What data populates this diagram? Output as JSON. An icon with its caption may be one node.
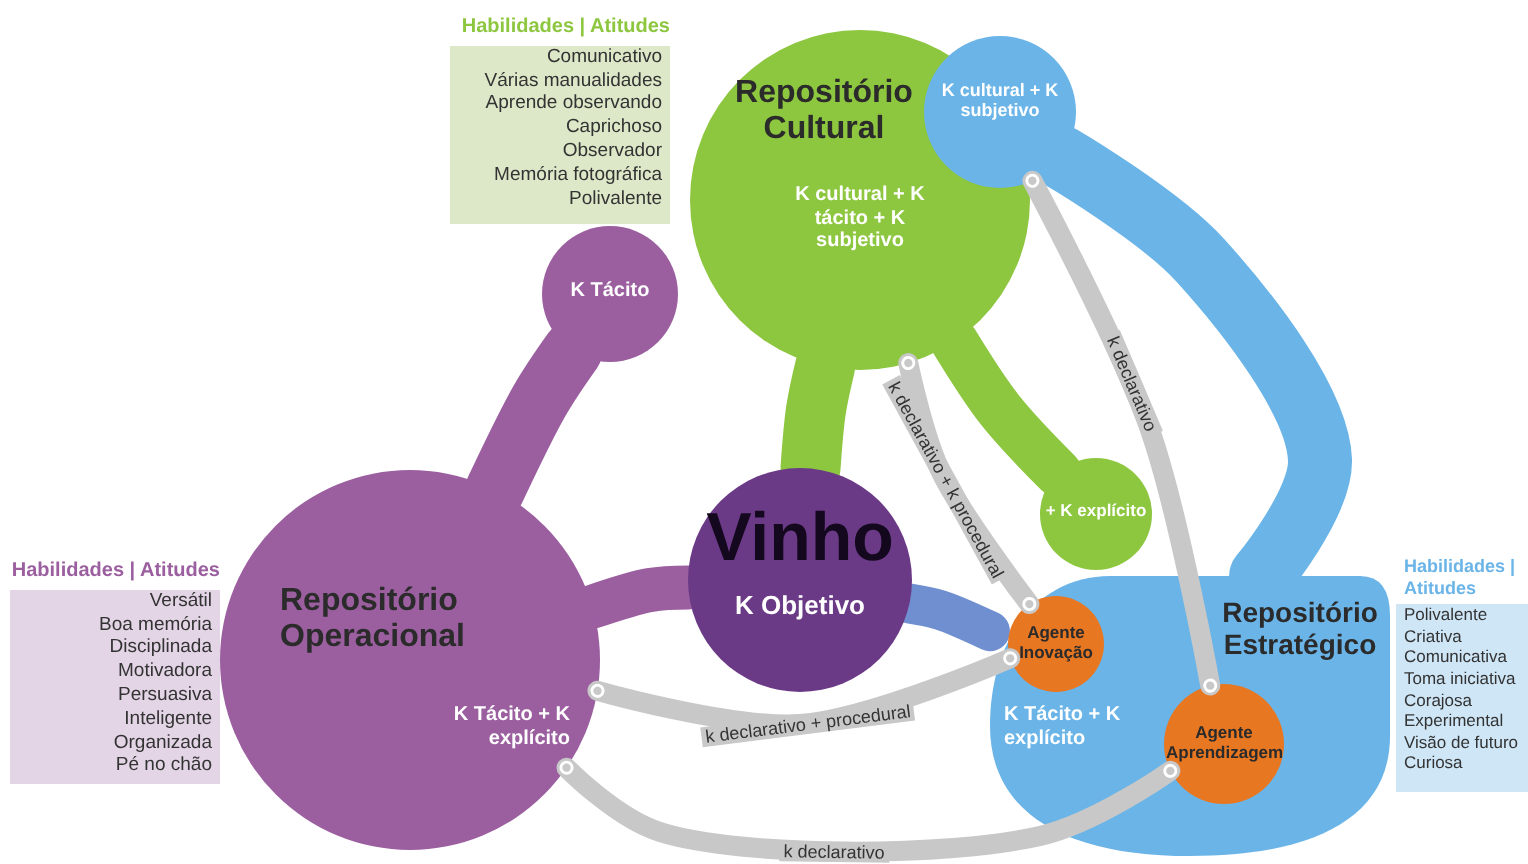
{
  "diagram": {
    "nodes": [
      {
        "text": [
          "Repositório Cultural",
          "K cultural + K tácito + K subjetivo"
        ]
      },
      {
        "text": [
          "K Tácito"
        ]
      },
      {
        "text": [
          "K cultural + K subjetivo"
        ]
      },
      {
        "text": [
          "+ K explícito"
        ]
      },
      {
        "text": [
          "Vinho",
          "K Objetivo"
        ]
      },
      {
        "text": [
          "Repositório Operacional",
          "K Tácito + K explícito"
        ]
      },
      {
        "text": [
          "Repositório Estratégico",
          "K Tácito + K explícito"
        ]
      },
      {
        "text": [
          "Agente Inovação"
        ],
        "in": 6
      },
      {
        "text": [
          "Agente Aprendizagem"
        ],
        "in": 6
      },
      {
        "text": [
          "Habilidades | Atitudes",
          "Comunicativo",
          "Várias manualidades",
          "Aprende observando",
          "Caprichoso",
          "Observador",
          "Memória fotográfica",
          "Polivalente"
        ]
      },
      {
        "text": [
          "Habilidades | Atitudes",
          "Versátil",
          "Boa memória",
          "Disciplinada",
          "Motivadora",
          "Persuasiva",
          "Inteligente",
          "Organizada",
          "Pé no chão"
        ]
      },
      {
        "text": [
          "Habilidades | Atitudes",
          "Polivalente",
          "Criativa",
          "Comunicativa",
          "Toma iniciativa",
          "Corajosa",
          "Experimental",
          "Visão de futuro",
          "Curiosa"
        ]
      }
    ],
    "edges": [
      {
        "from": 0,
        "to": 7,
        "arrow": "other",
        "label": "k declarativo + k procedural"
      },
      {
        "from": 2,
        "to": 8,
        "arrow": "other",
        "label": "k declarativo"
      },
      {
        "from": 5,
        "to": 7,
        "arrow": "other",
        "label": "k declarativo + procedural"
      },
      {
        "from": 5,
        "to": 8,
        "arrow": "other",
        "label": "k declarativo"
      },
      {
        "from": 0,
        "to": 4,
        "arrow": "none",
        "color": "#8dc63f"
      },
      {
        "from": 0,
        "to": 3,
        "arrow": "none",
        "color": "#8dc63f"
      },
      {
        "from": 1,
        "to": 5,
        "arrow": "none",
        "color": "#9b5fa0"
      },
      {
        "from": 4,
        "to": 5,
        "arrow": "none",
        "color": "#9b5fa0"
      },
      {
        "from": 4,
        "to": 6,
        "arrow": "none",
        "color": "#6f8fd0"
      },
      {
        "from": 2,
        "to": 6,
        "arrow": "none",
        "color": "#6ab4e8"
      }
    ]
  }
}
